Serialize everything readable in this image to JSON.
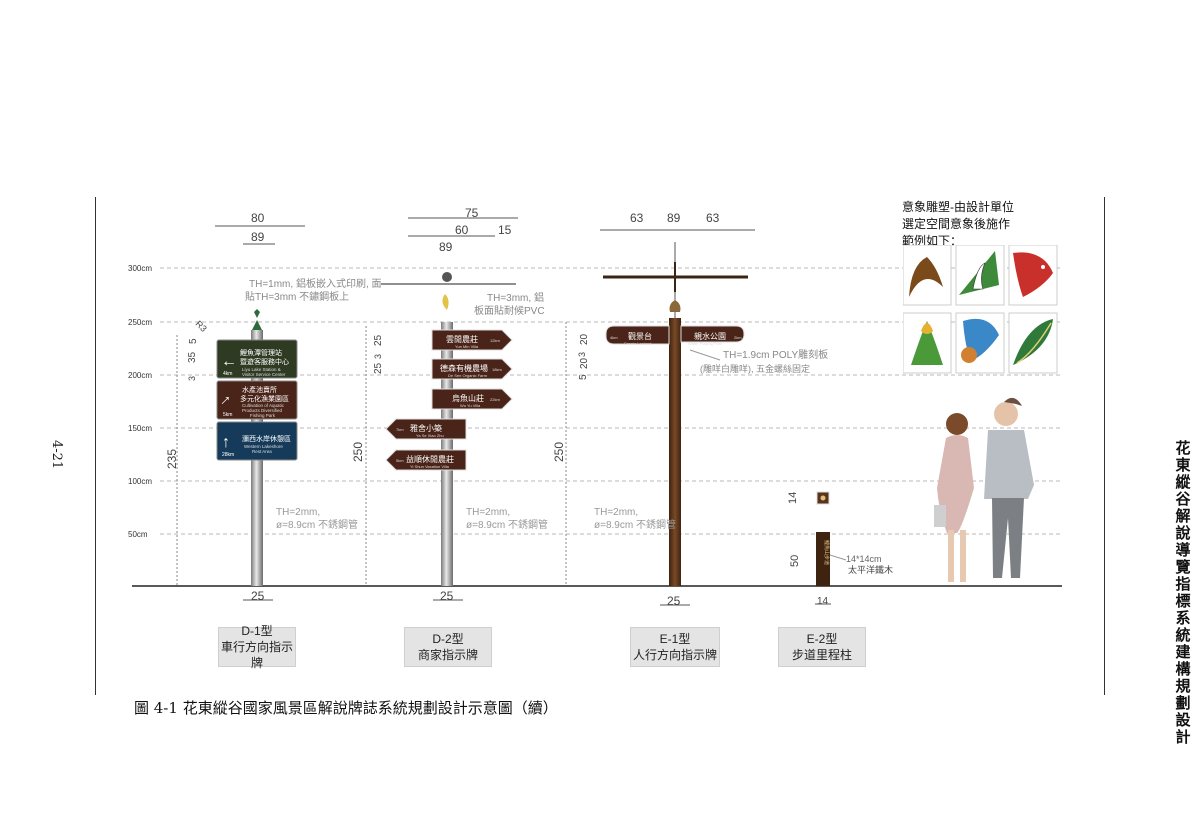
{
  "page": {
    "page_number": "4-21",
    "side_title": "花東縱谷解說導覽指標系統建構規劃設計",
    "caption": "圖 4-1 花東縱谷國家風景區解說牌誌系統規劃設計示意圖（續）"
  },
  "scale_labels": [
    "300cm",
    "250cm",
    "200cm",
    "150cm",
    "100cm",
    "50cm"
  ],
  "legend_note": [
    "意象雕塑-由設計單位",
    "選定空間意象後施作",
    "範例如下："
  ],
  "sample_icons": [
    "heron-crab-icon",
    "egret-icon",
    "koi-fish-icon",
    "lily-flower-icon",
    "hot-air-balloon-icon",
    "fern-leaf-icon"
  ],
  "signs": {
    "d1": {
      "top_dims": [
        "80",
        "89"
      ],
      "side_dims": [
        "R3",
        "5",
        "35",
        "3",
        "235"
      ],
      "notes": [
        "TH=1mm, 鋁板嵌入式印刷, 面",
        "貼TH=3mm 不鏽鋼板上",
        "TH=2mm,",
        "ø=8.9cm 不銹鋼管"
      ],
      "base_dim": "25",
      "panels": [
        {
          "km": "4km",
          "name": "鯉魚潭管理站",
          "name2": "暨遊客服務中心",
          "en1": "Liyu Lake Station &",
          "en2": "Visitor Service Center",
          "color": "#2f3a23"
        },
        {
          "km": "5km",
          "name": "水產池賣所",
          "name2": "多元化漁業園區",
          "en1": "Cultivation of Aquatic",
          "en2": "Products Diversified",
          "en3": "Fishing Park",
          "color": "#4a2418"
        },
        {
          "km": "28km",
          "name": "瀰西水岸休憩區",
          "name2": "",
          "en1": "Western Lakeshore",
          "en2": "Rest Area",
          "color": "#163b5a"
        }
      ]
    },
    "d2": {
      "top_dims": [
        "75",
        "60",
        "15",
        "89"
      ],
      "side_dims": [
        "25",
        "3",
        "25",
        "250"
      ],
      "notes": [
        "TH=3mm, 鋁",
        "板面貼耐候PVC",
        "TH=2mm,",
        "ø=8.9cm 不銹鋼管"
      ],
      "base_dim": "25",
      "arrows": [
        {
          "name": "雲閒農莊",
          "en": "Yun Min Villa",
          "km": "12km"
        },
        {
          "name": "德森有機農場",
          "en": "De Sen Organic Farm",
          "km": "18km"
        },
        {
          "name": "烏魚山莊",
          "en": "Wu Yu Villa",
          "km": "22km"
        },
        {
          "name": "雅舍小築",
          "en": "Ya Se Xiao Zhu",
          "km": "7km"
        },
        {
          "name": "益順休閒農莊",
          "en": "Yi Shun Vacation Villa",
          "km": "5km"
        }
      ]
    },
    "e1": {
      "top_dims": [
        "63",
        "89",
        "63"
      ],
      "side_dims": [
        "20",
        "3",
        "20",
        "5",
        "250"
      ],
      "notes": [
        "TH=1.9cm  POLY雕刻板",
        "(雕咩白雕咩), 五金螺絲固定",
        "TH=2mm,",
        "ø=8.9cm 不銹鋼管"
      ],
      "base_dim": "25",
      "boards": [
        {
          "name": "觀景台",
          "en": "Scenic Lookout",
          "km": "4km"
        },
        {
          "name": "親水公園",
          "en": "Water Playing Park",
          "km": "2km"
        }
      ]
    },
    "e2": {
      "side_dims": [
        "14",
        "50"
      ],
      "notes": [
        "14*14cm",
        "太平洋鐵木"
      ],
      "base_dim": "14",
      "post_text": "鯉魚山步道"
    }
  },
  "types": [
    {
      "code": "D-1型",
      "desc": "車行方向指示牌"
    },
    {
      "code": "D-2型",
      "desc": "商家指示牌"
    },
    {
      "code": "E-1型",
      "desc": "人行方向指示牌"
    },
    {
      "code": "E-2型",
      "desc": "步道里程柱"
    }
  ]
}
